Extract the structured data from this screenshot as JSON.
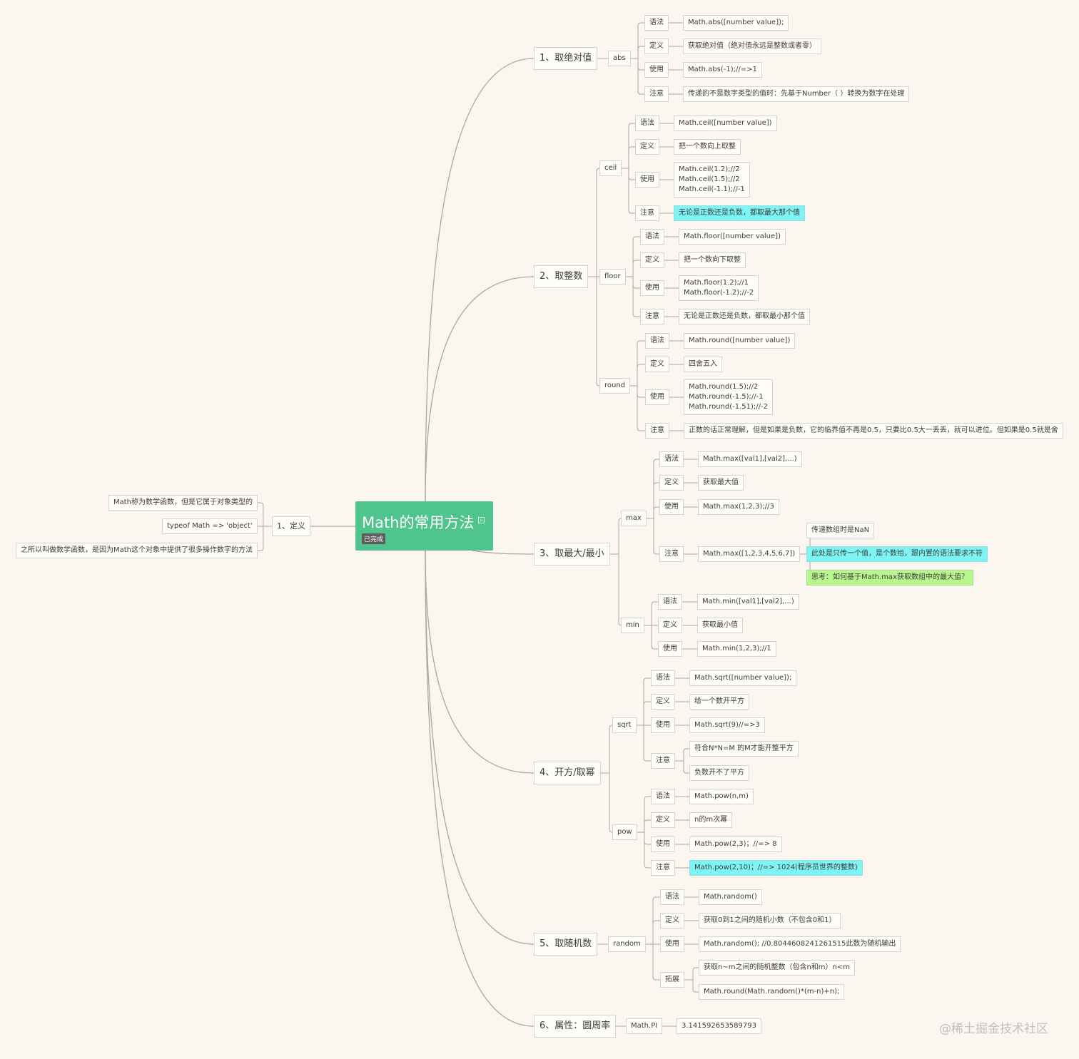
{
  "root": {
    "title": "Math的常用方法",
    "badge": "已完成"
  },
  "left": {
    "label": "1、定义",
    "items": [
      "Math称为数学函数，但是它属于对象类型的",
      "typeof Math => 'object'",
      "之所以叫做数学函数，是因为Math这个对象中提供了很多操作数字的方法"
    ]
  },
  "branches": [
    {
      "label": "1、取绝对值",
      "children": [
        {
          "label": "abs",
          "children": [
            {
              "label": "语法",
              "children": [
                {
                  "label": "Math.abs([number value]);"
                }
              ]
            },
            {
              "label": "定义",
              "children": [
                {
                  "label": "获取绝对值（绝对值永远是整数或者零）"
                }
              ]
            },
            {
              "label": "使用",
              "children": [
                {
                  "label": "Math.abs(-1);//=>1"
                }
              ]
            },
            {
              "label": "注意",
              "children": [
                {
                  "label": "传递的不是数字类型的值时：先基于Number（ ）转换为数字在处理"
                }
              ]
            }
          ]
        }
      ]
    },
    {
      "label": "2、取整数",
      "children": [
        {
          "label": "ceil",
          "children": [
            {
              "label": "语法",
              "children": [
                {
                  "label": "Math.ceil([number value])"
                }
              ]
            },
            {
              "label": "定义",
              "children": [
                {
                  "label": "把一个数向上取整"
                }
              ]
            },
            {
              "label": "使用",
              "children": [
                {
                  "lines": [
                    "Math.ceil(1.2);//2",
                    "Math.ceil(1.5);//2",
                    "Math.ceil(-1.1);//-1"
                  ]
                }
              ]
            },
            {
              "label": "注意",
              "children": [
                {
                  "label": "无论是正数还是负数，都取最大那个值",
                  "hl": "#7ef4f4"
                }
              ]
            }
          ]
        },
        {
          "label": "floor",
          "children": [
            {
              "label": "语法",
              "children": [
                {
                  "label": "Math.floor([number value])"
                }
              ]
            },
            {
              "label": "定义",
              "children": [
                {
                  "label": "把一个数向下取整"
                }
              ]
            },
            {
              "label": "使用",
              "children": [
                {
                  "lines": [
                    "Math.floor(1.2);//1",
                    "Math.floor(-1.2);//-2"
                  ]
                }
              ]
            },
            {
              "label": "注意",
              "children": [
                {
                  "label": "无论是正数还是负数，都取最小那个值"
                }
              ]
            }
          ]
        },
        {
          "label": "round",
          "children": [
            {
              "label": "语法",
              "children": [
                {
                  "label": "Math.round([number value])"
                }
              ]
            },
            {
              "label": "定义",
              "children": [
                {
                  "label": "四舍五入"
                }
              ]
            },
            {
              "label": "使用",
              "children": [
                {
                  "lines": [
                    "Math.round(1.5);//2",
                    "Math.round(-1.5);//-1",
                    "Math.round(-1.51);//-2"
                  ]
                }
              ]
            },
            {
              "label": "注意",
              "children": [
                {
                  "label": "正数的话正常理解，但是如果是负数，它的临界值不再是0.5，只要比0.5大一丢丢，就可以进位。但如果是0.5就是舍"
                }
              ]
            }
          ]
        }
      ]
    },
    {
      "label": "3、取最大/最小",
      "children": [
        {
          "label": "max",
          "children": [
            {
              "label": "语法",
              "children": [
                {
                  "label": "Math.max([val1],[val2],...)"
                }
              ]
            },
            {
              "label": "定义",
              "children": [
                {
                  "label": "获取最大值"
                }
              ]
            },
            {
              "label": "使用",
              "children": [
                {
                  "label": "Math.max(1,2,3);//3"
                }
              ]
            },
            {
              "label": "注意",
              "children": [
                {
                  "label": "Math.max([1,2,3,4,5,6,7])",
                  "children": [
                    {
                      "label": "传递数组时是NaN"
                    },
                    {
                      "label": "此处是只传一个值，是个数组，跟内置的语法要求不符",
                      "hl": "#7ef4f4"
                    },
                    {
                      "label": "思考：如何基于Math.max获取数组中的最大值？",
                      "hl": "#b8f78f"
                    }
                  ]
                }
              ]
            }
          ]
        },
        {
          "label": "min",
          "children": [
            {
              "label": "语法",
              "children": [
                {
                  "label": "Math.min([val1],[val2],...)"
                }
              ]
            },
            {
              "label": "定义",
              "children": [
                {
                  "label": "获取最小值"
                }
              ]
            },
            {
              "label": "使用",
              "children": [
                {
                  "label": "Math.min(1,2,3);//1"
                }
              ]
            }
          ]
        }
      ]
    },
    {
      "label": "4、开方/取幂",
      "children": [
        {
          "label": "sqrt",
          "children": [
            {
              "label": "语法",
              "children": [
                {
                  "label": "Math.sqrt([number value]);"
                }
              ]
            },
            {
              "label": "定义",
              "children": [
                {
                  "label": "给一个数开平方"
                }
              ]
            },
            {
              "label": "使用",
              "children": [
                {
                  "label": "Math.sqrt(9)//=>3"
                }
              ]
            },
            {
              "label": "注意",
              "children": [
                {
                  "label": "符合N*N=M 的M才能开整平方"
                },
                {
                  "label": "负数开不了平方"
                }
              ]
            }
          ]
        },
        {
          "label": "pow",
          "children": [
            {
              "label": "语法",
              "children": [
                {
                  "label": "Math.pow(n,m)"
                }
              ]
            },
            {
              "label": "定义",
              "children": [
                {
                  "label": "n的m次幂"
                }
              ]
            },
            {
              "label": "使用",
              "children": [
                {
                  "label": "Math.pow(2,3)；//=> 8"
                }
              ]
            },
            {
              "label": "注意",
              "children": [
                {
                  "label": "Math.pow(2,10)；//=> 1024(程序员世界的整数)",
                  "hl": "#7ef4f4"
                }
              ]
            }
          ]
        }
      ]
    },
    {
      "label": "5、取随机数",
      "children": [
        {
          "label": "random",
          "children": [
            {
              "label": "语法",
              "children": [
                {
                  "label": "Math.random()"
                }
              ]
            },
            {
              "label": "定义",
              "children": [
                {
                  "label": "获取0到1之间的随机小数（不包含0和1）"
                }
              ]
            },
            {
              "label": "使用",
              "children": [
                {
                  "label": "Math.random(); //0.8044608241261515此数为随机输出"
                }
              ]
            },
            {
              "label": "拓展",
              "children": [
                {
                  "label": "获取n~m之间的随机整数（包含n和m）n<m"
                },
                {
                  "label": "Math.round(Math.random()*(m-n)+n);"
                }
              ]
            }
          ]
        }
      ]
    },
    {
      "label": "6、属性：圆周率",
      "children": [
        {
          "label": "Math.PI",
          "children": [
            {
              "label": "3.141592653589793"
            }
          ]
        }
      ]
    }
  ],
  "watermark": "@稀土掘金技术社区",
  "colors": {
    "background": "#fcf6f0",
    "root": "#4fc48d",
    "line": "#aea69f",
    "cyan": "#7ef4f4",
    "green": "#b8f78f"
  }
}
